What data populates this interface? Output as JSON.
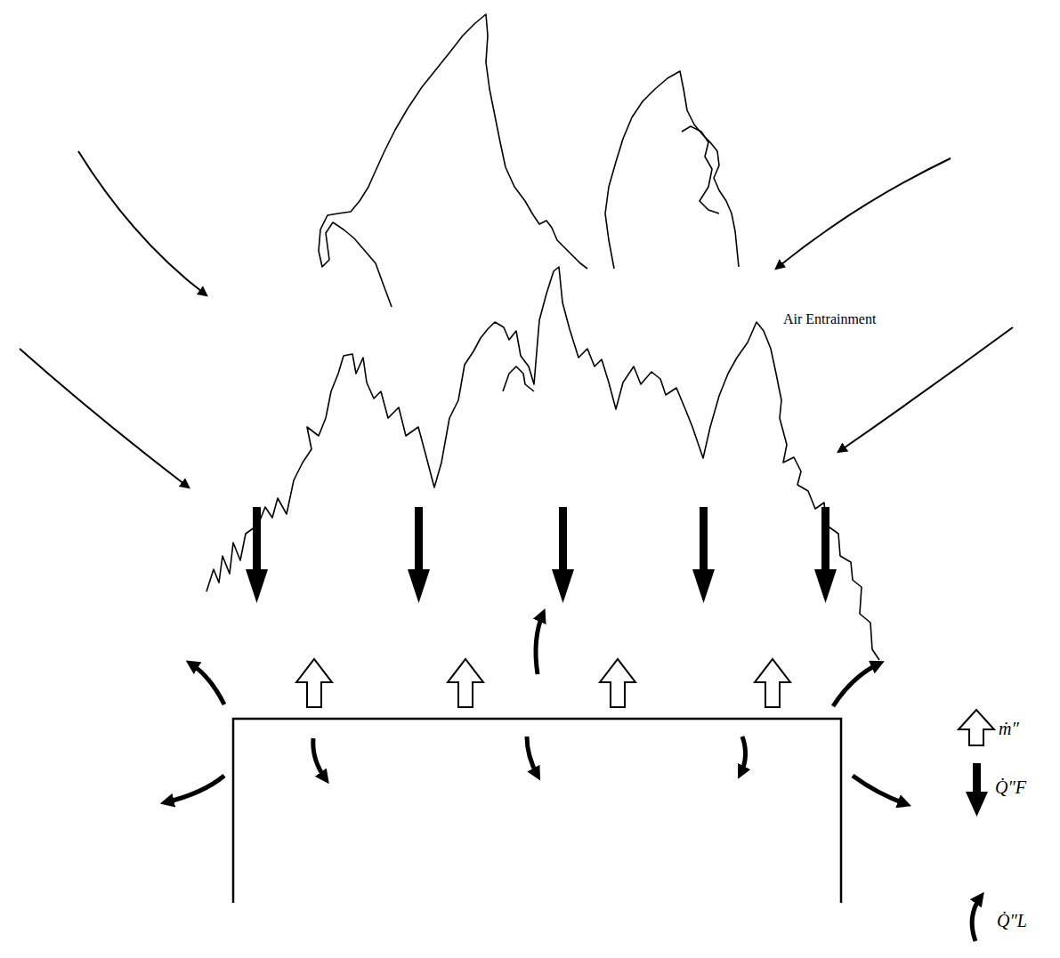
{
  "diagram": {
    "labels": [
      "Air Entrainment"
    ],
    "legend": [
      {
        "text": "ṁ″"
      },
      {
        "text": "Q̇″F"
      },
      {
        "text": "Q̇″L"
      }
    ]
  }
}
